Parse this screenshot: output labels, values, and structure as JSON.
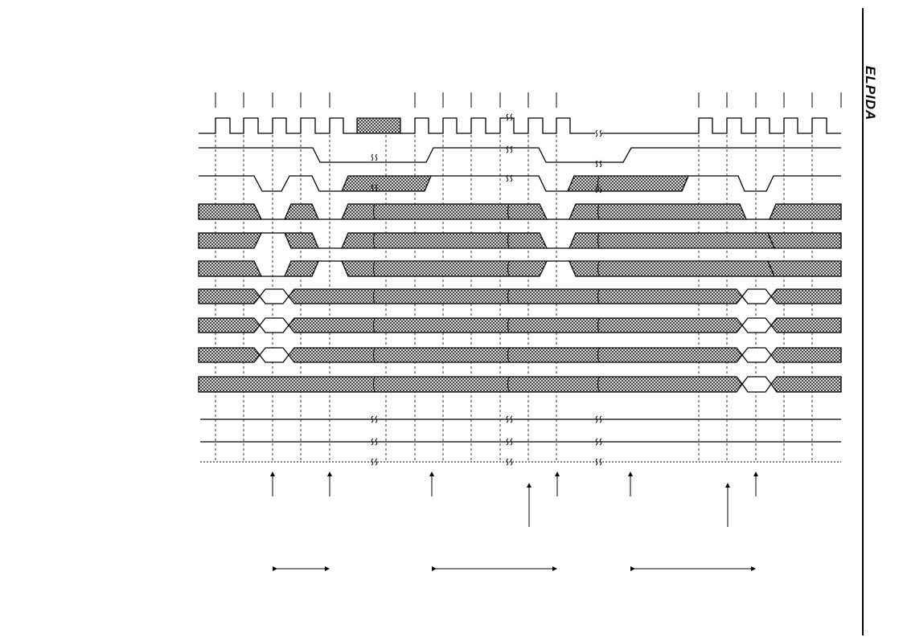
{
  "brand": {
    "logo_text": "ELPIDA"
  },
  "diagram": {
    "type": "timing-diagram",
    "fill_pattern": "crosshatch"
  }
}
